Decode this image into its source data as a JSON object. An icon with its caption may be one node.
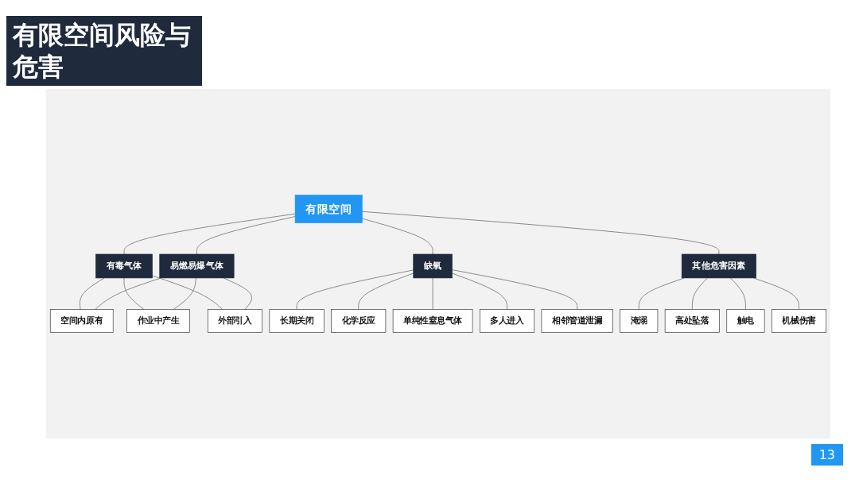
{
  "diagram": {
    "title": "有限空间风险与危害",
    "nodes": [
      {
        "text": [
          "有限空间"
        ]
      },
      {
        "text": [
          "有毒气体"
        ]
      },
      {
        "text": [
          "易燃易爆气体"
        ]
      },
      {
        "text": [
          "缺氧"
        ]
      },
      {
        "text": [
          "其他危害因素"
        ]
      },
      {
        "text": [
          "空间内原有"
        ]
      },
      {
        "text": [
          "作业中产生"
        ]
      },
      {
        "text": [
          "外部引入"
        ]
      },
      {
        "text": [
          "长期关闭"
        ]
      },
      {
        "text": [
          "化学反应"
        ]
      },
      {
        "text": [
          "单纯性窒息气体"
        ]
      },
      {
        "text": [
          "多人进入"
        ]
      },
      {
        "text": [
          "相邻管道泄漏"
        ]
      },
      {
        "text": [
          "淹溺"
        ]
      },
      {
        "text": [
          "高处坠落"
        ]
      },
      {
        "text": [
          "触电"
        ]
      },
      {
        "text": [
          "机械伤害"
        ]
      }
    ],
    "edges": [
      {
        "from": 0,
        "to": 1,
        "arrow": "none"
      },
      {
        "from": 0,
        "to": 2,
        "arrow": "none"
      },
      {
        "from": 0,
        "to": 3,
        "arrow": "none"
      },
      {
        "from": 0,
        "to": 4,
        "arrow": "none"
      },
      {
        "from": 1,
        "to": 5,
        "arrow": "none"
      },
      {
        "from": 1,
        "to": 6,
        "arrow": "none"
      },
      {
        "from": 1,
        "to": 7,
        "arrow": "none"
      },
      {
        "from": 2,
        "to": 5,
        "arrow": "none"
      },
      {
        "from": 2,
        "to": 6,
        "arrow": "none"
      },
      {
        "from": 2,
        "to": 7,
        "arrow": "none"
      },
      {
        "from": 3,
        "to": 8,
        "arrow": "none"
      },
      {
        "from": 3,
        "to": 9,
        "arrow": "none"
      },
      {
        "from": 3,
        "to": 10,
        "arrow": "none"
      },
      {
        "from": 3,
        "to": 11,
        "arrow": "none"
      },
      {
        "from": 3,
        "to": 12,
        "arrow": "none"
      },
      {
        "from": 4,
        "to": 13,
        "arrow": "none"
      },
      {
        "from": 4,
        "to": 14,
        "arrow": "none"
      },
      {
        "from": 4,
        "to": 15,
        "arrow": "none"
      },
      {
        "from": 4,
        "to": 16,
        "arrow": "none"
      }
    ],
    "labels": [
      "13"
    ]
  }
}
